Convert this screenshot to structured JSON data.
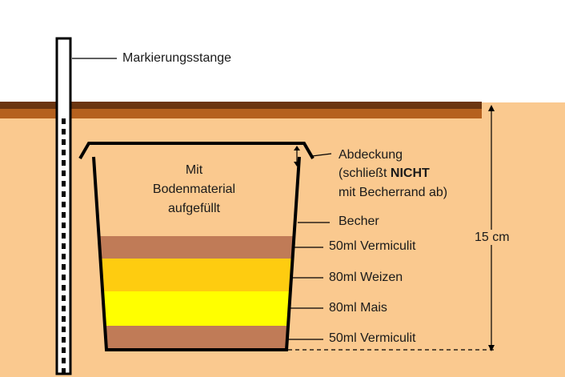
{
  "colors": {
    "sky": "#ffffff",
    "soil": "#fac98f",
    "topsoil_dark": "#6b3510",
    "topsoil_light": "#b5611e",
    "vermiculite": "#c07b57",
    "wheat": "#fecc10",
    "maize": "#ffff00",
    "outline": "#000000"
  },
  "labels": {
    "marker_pole": "Markierungsstange",
    "fill_line1": "Mit",
    "fill_line2": "Bodenmaterial",
    "fill_line3": "aufgefüllt",
    "cover_line1": "Abdeckung",
    "cover_line2_prefix": "(schließt ",
    "cover_line2_bold": "NICHT",
    "cover_line3": "mit Becherrand ab)",
    "cup": "Becher",
    "layer_top": "50ml Vermiculit",
    "layer_wheat": "80ml Weizen",
    "layer_maize": "80ml Mais",
    "layer_bottom": "50ml Vermiculit",
    "depth": "15 cm"
  }
}
